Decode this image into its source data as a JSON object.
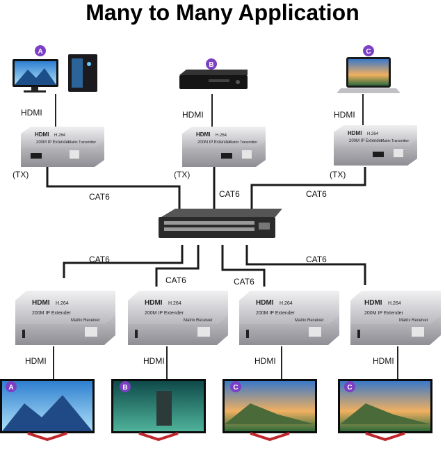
{
  "title": "Many to Many Application",
  "transmitters": [
    {
      "badge": "A",
      "hdmi": "HDMI",
      "role": "(TX)",
      "cable": "CAT6",
      "brand": "HDMI",
      "codec": "H.264",
      "model": "200M IP Extender",
      "unit": "Matrix Transmitter"
    },
    {
      "badge": "B",
      "hdmi": "HDMI",
      "role": "(TX)",
      "cable": "CAT6",
      "brand": "HDMI",
      "codec": "H.264",
      "model": "200M IP Extender",
      "unit": "Matrix Transmitter"
    },
    {
      "badge": "C",
      "hdmi": "HDMI",
      "role": "(TX)",
      "cable": "CAT6",
      "brand": "HDMI",
      "codec": "H.264",
      "model": "200M IP Extender",
      "unit": "Matrix Transmitter"
    }
  ],
  "receivers": [
    {
      "badge": "A",
      "hdmi": "HDMI",
      "cable": "CAT6",
      "brand": "HDMI",
      "codec": "H.264",
      "model": "200M IP Extender",
      "unit": "Matrix Receiver"
    },
    {
      "badge": "B",
      "hdmi": "HDMI",
      "cable": "CAT6",
      "brand": "HDMI",
      "codec": "H.264",
      "model": "200M IP Extender",
      "unit": "Matrix Receiver"
    },
    {
      "badge": "C",
      "hdmi": "HDMI",
      "cable": "CAT6",
      "brand": "HDMI",
      "codec": "H.264",
      "model": "200M IP Extender",
      "unit": "Matrix Receiver"
    },
    {
      "badge": "C",
      "hdmi": "HDMI",
      "cable": "CAT6",
      "brand": "HDMI",
      "codec": "H.264",
      "model": "200M IP Extender",
      "unit": "Matrix Receiver"
    }
  ],
  "colors": {
    "badge": "#7b3fc4",
    "cable": "#1a1a1a",
    "box": "#c8c8cc",
    "sky": "#3a8fd8"
  }
}
